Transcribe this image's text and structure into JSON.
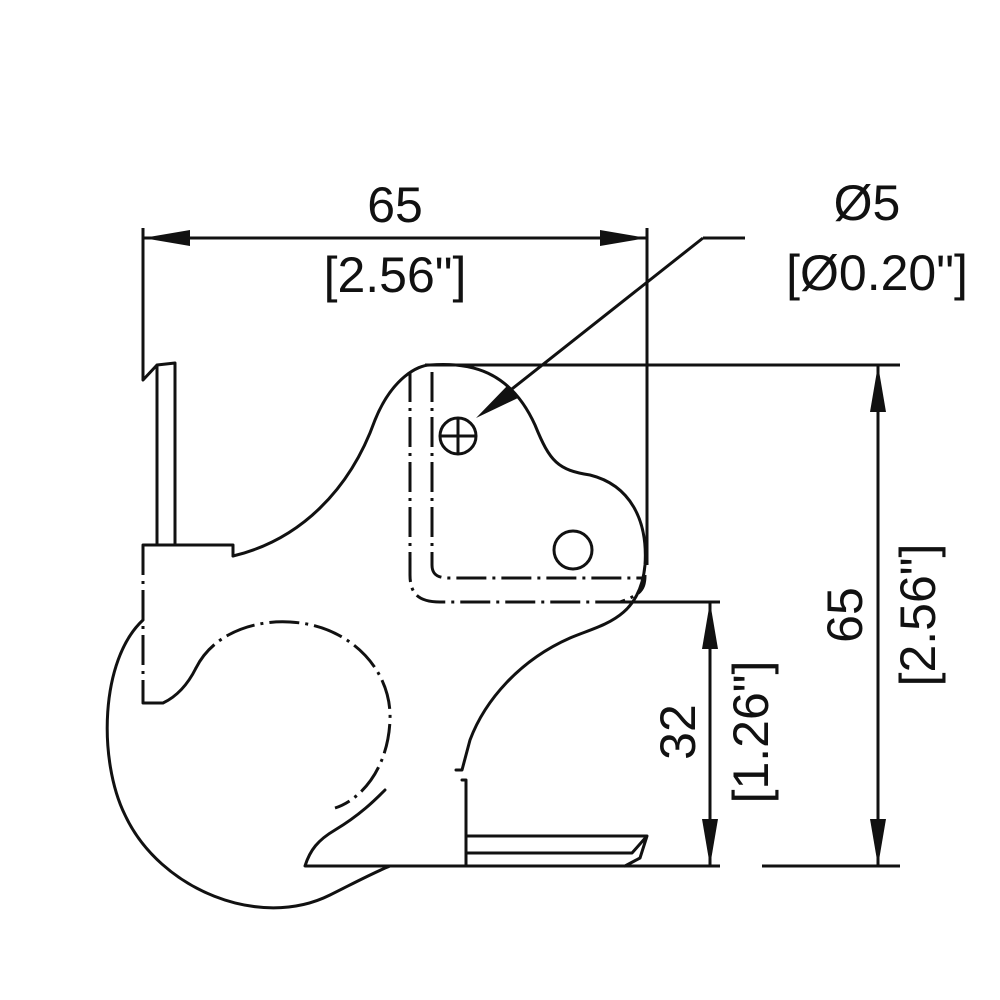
{
  "dimensions": {
    "width": {
      "metric": "65",
      "imperial": "[2.56\"]"
    },
    "hole": {
      "metric": "Ø5",
      "imperial": "[Ø0.20\"]"
    },
    "height": {
      "metric": "65",
      "imperial": "[2.56\"]"
    },
    "offset": {
      "metric": "32",
      "imperial": "[1.26\"]"
    }
  },
  "colors": {
    "line": "#111111",
    "background": "#ffffff"
  }
}
